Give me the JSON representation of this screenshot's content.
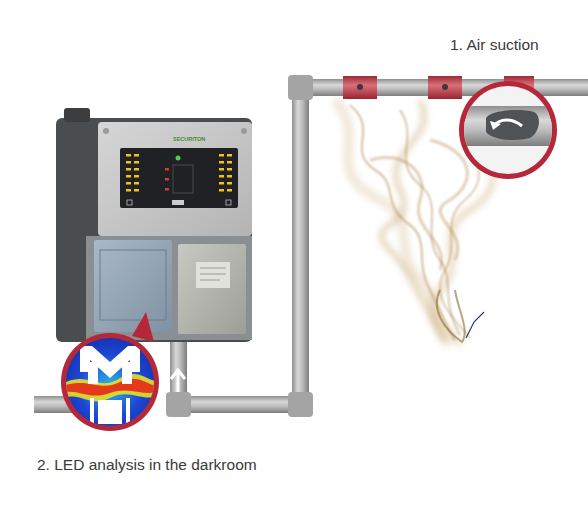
{
  "diagram": {
    "labels": [
      "1. Air suction",
      "SECURITON",
      "2. LED analysis in the darkroom"
    ]
  }
}
